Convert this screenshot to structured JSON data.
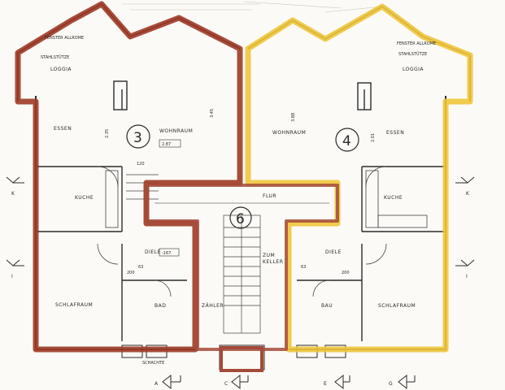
{
  "colors": {
    "left_unit_outline": "#9e3a27",
    "right_unit_outline": "#f0c53c",
    "stair_outline": "#a44a3a",
    "wall": "#2b2b2b",
    "paper": "#fbfaf6"
  },
  "units": {
    "left_number": "3",
    "right_number": "4",
    "stair_number": "6"
  },
  "rooms": {
    "left": {
      "loggia": "LOGGIA",
      "essen": "ESSEN",
      "wohnraum": "WOHNRAUM",
      "kuche": "KUCHE",
      "diele": "DIELE",
      "schlafraum": "SCHLAFRAUM",
      "bad": "BAD",
      "stamm": "STAHLSTÜTZE",
      "fenster": "FENSTER ALLROME"
    },
    "right": {
      "loggia": "LOGGIA",
      "essen": "ESSEN",
      "wohnraum": "WOHNRAUM",
      "kuche": "KUCHE",
      "diele": "DIELE",
      "schlafraum": "SCHLAFRAUM",
      "bad": "BAU",
      "stamm": "STAHLSTÜTZE",
      "fenster": "FENSTER ALLROME"
    },
    "flur": "FLUR",
    "zum_keller": "ZUM",
    "keller": "KELLER",
    "zahler": "ZÄHLER",
    "schacht": "SCHACHTE"
  },
  "dimensions": {
    "left_wohn_height": "2.87",
    "diele_height": "-167",
    "flur_dim": "120",
    "d_2_35": "2.35",
    "d_3_45": "3.45",
    "d_2_01": "2.01",
    "d_3_88": "3.88",
    "d_200": "200",
    "d_63": "63"
  },
  "section_marks": [
    "A",
    "C",
    "E",
    "G"
  ],
  "side_marks": {
    "left_k": "K",
    "left_i": "I",
    "right_k": "K",
    "right_i": "I"
  }
}
